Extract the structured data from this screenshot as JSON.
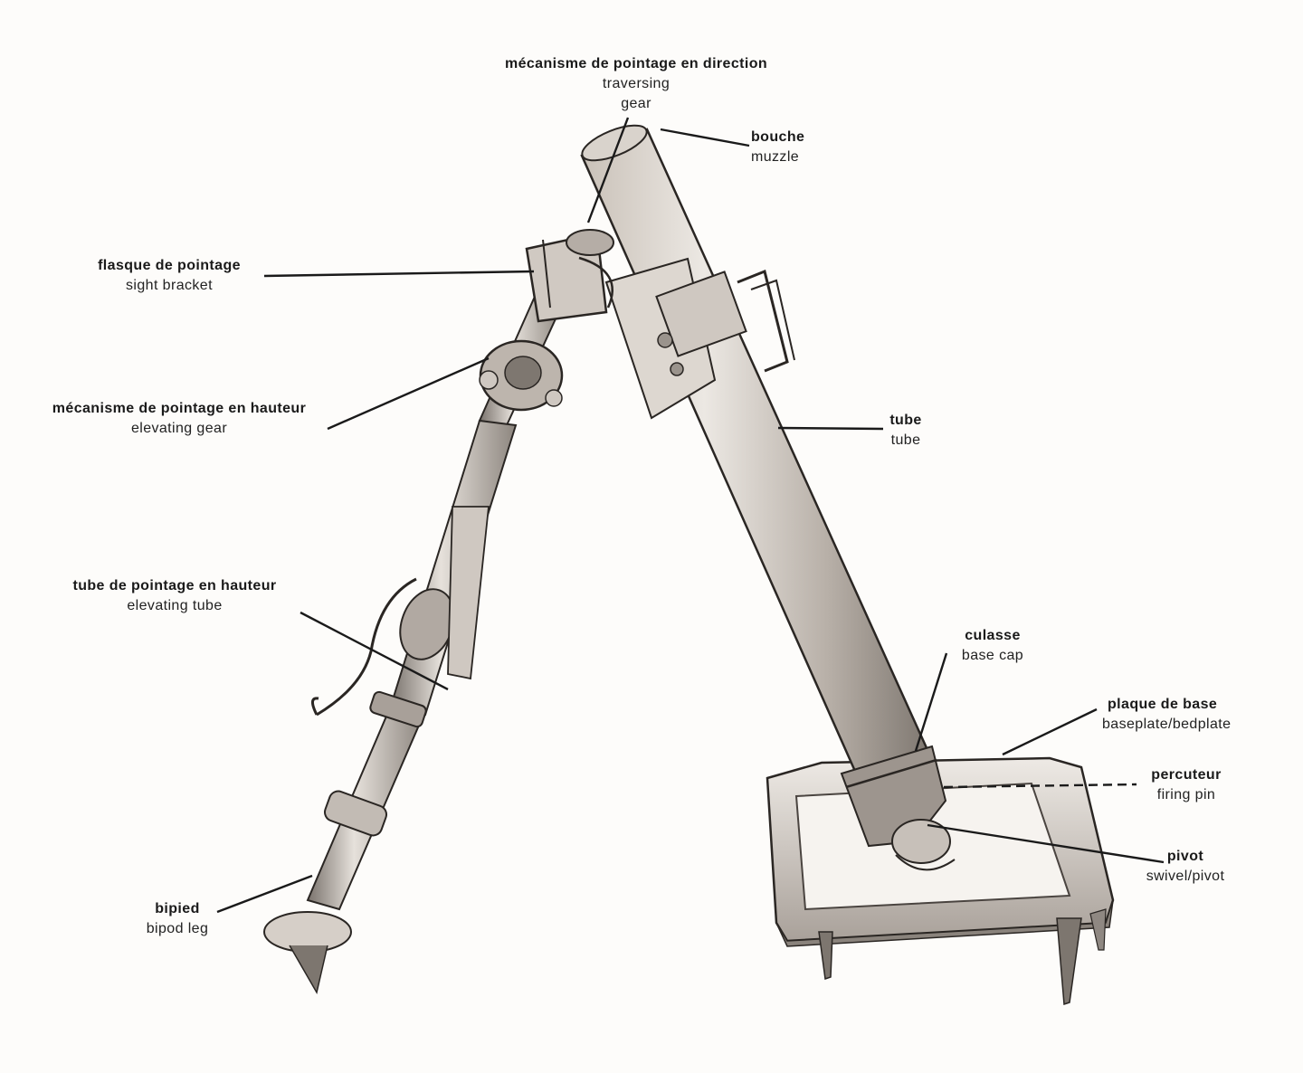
{
  "labels": {
    "traversing": {
      "fr": "mécanisme de pointage en direction",
      "en": "traversing",
      "en2": "gear"
    },
    "muzzle": {
      "fr": "bouche",
      "en": "muzzle"
    },
    "sight_bracket": {
      "fr": "flasque de pointage",
      "en": "sight bracket"
    },
    "elevating_gear": {
      "fr": "mécanisme de pointage en hauteur",
      "en": "elevating gear"
    },
    "tube": {
      "fr": "tube",
      "en": "tube"
    },
    "elevating_tube": {
      "fr": "tube de pointage en hauteur",
      "en": "elevating tube"
    },
    "base_cap": {
      "fr": "culasse",
      "en": "base cap"
    },
    "baseplate": {
      "fr": "plaque de base",
      "en": "baseplate/bedplate"
    },
    "firing_pin": {
      "fr": "percuteur",
      "en": "firing pin"
    },
    "pivot": {
      "fr": "pivot",
      "en": "swivel/pivot"
    },
    "bipod": {
      "fr": "bipied",
      "en": "bipod leg"
    }
  },
  "colors": {
    "ink": "#1a1a1a",
    "metal_light": "#e7e2dc",
    "metal_mid": "#bdb5ad",
    "metal_dark": "#6f6862",
    "paper": "#fdfcfa"
  }
}
